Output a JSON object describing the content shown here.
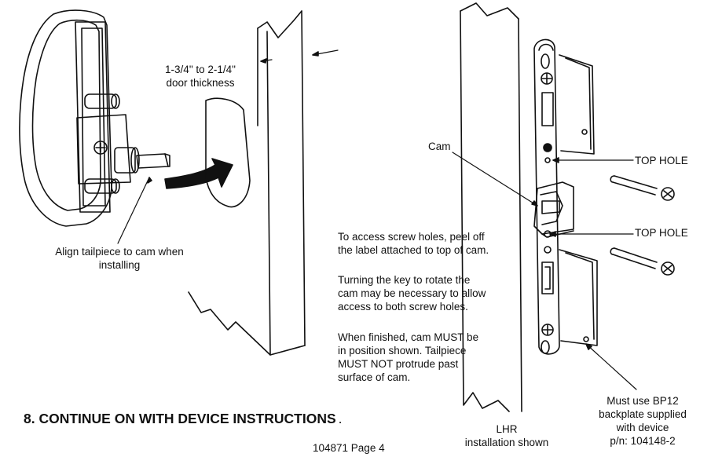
{
  "labels": {
    "door_thickness_1": "1-3/4\" to 2-1/4\"",
    "door_thickness_2": "door thickness",
    "align_1": "Align tailpiece to cam when",
    "align_2": "installing",
    "cam": "Cam",
    "top_hole_upper": "TOP HOLE",
    "top_hole_lower": "TOP HOLE",
    "access_1": "To access screw holes, peel off",
    "access_2": "the label attached to top of cam.",
    "turn_1": "Turning the key to rotate the",
    "turn_2": "cam may be necessary to allow",
    "turn_3": "access to both screw holes.",
    "finish_1": "When finished, cam MUST be",
    "finish_2": "in position shown. Tailpiece",
    "finish_3": "MUST NOT protrude past",
    "finish_4": "surface of cam.",
    "heading": "8. CONTINUE ON WITH DEVICE INSTRUCTIONS",
    "heading_period": ".",
    "lhr_1": "LHR",
    "lhr_2": "installation shown",
    "page": "104871 Page 4",
    "bp_1": "Must use BP12",
    "bp_2": "backplate supplied",
    "bp_3": "with device",
    "bp_4": "p/n: 104148-2"
  },
  "icons": {
    "left": "lock-tailpiece-illustration",
    "door": "door-edge-cutout-illustration",
    "right": "strike-backplate-illustration"
  }
}
